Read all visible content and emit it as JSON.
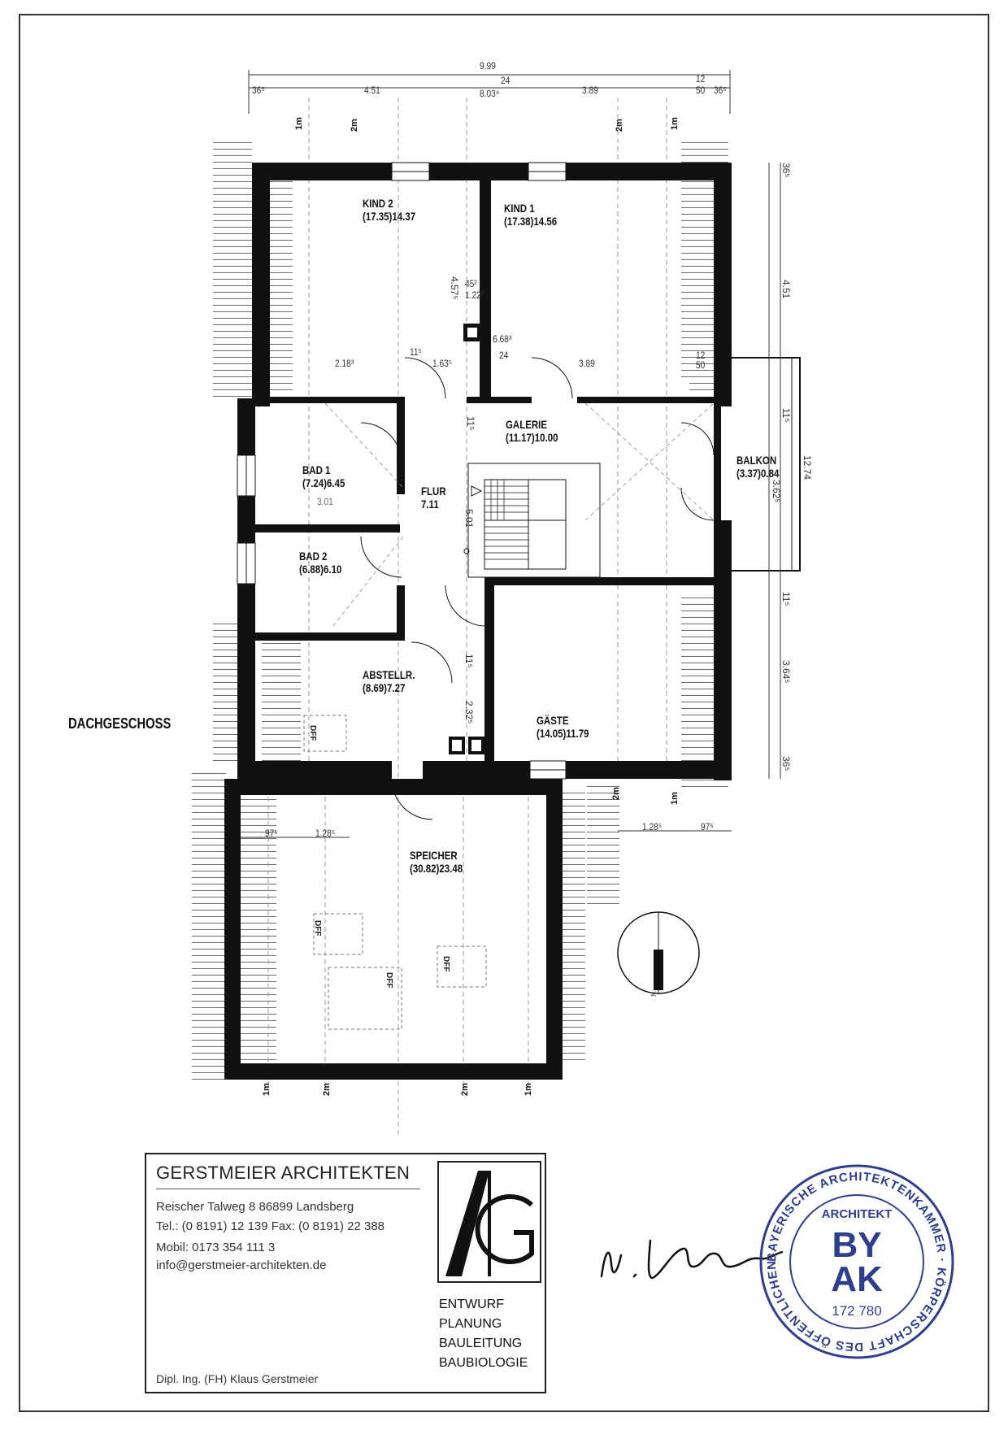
{
  "floor_title": "DACHGESCHOSS",
  "rooms": [
    {
      "name": "KIND 2",
      "area": "(17.35)14.37"
    },
    {
      "name": "KIND 1",
      "area": "(17.38)14.56"
    },
    {
      "name": "GALERIE",
      "area": "(11.17)10.00"
    },
    {
      "name": "BALKON",
      "area": "(3.37)0.84"
    },
    {
      "name": "BAD 1",
      "area": "(7.24)6.45"
    },
    {
      "name": "FLUR",
      "area": "7.11"
    },
    {
      "name": "BAD 2",
      "area": "(6.88)6.10"
    },
    {
      "name": "ABSTELLR.",
      "area": "(8.69)7.27"
    },
    {
      "name": "GÄSTE",
      "area": "(14.05)11.79"
    },
    {
      "name": "SPEICHER",
      "area": "(30.82)23.48"
    }
  ],
  "dimensions": {
    "total_width": "9.99",
    "top_row": [
      "36⁵",
      "4.51",
      "8.03⁴",
      "3.89",
      "50",
      "36⁵"
    ],
    "top_small": [
      "24",
      "12"
    ],
    "inner_row": [
      "2.18³",
      "11⁵",
      "1.63⁵",
      "24",
      "3.89",
      "12",
      "50"
    ],
    "stair_width": "3.01",
    "right_col": [
      "36⁵",
      "4.51",
      "11⁵",
      "12.74",
      "3.62⁵",
      "11⁵",
      "3.64⁵",
      "36⁵"
    ],
    "middle": [
      "4.57⁵",
      "45²",
      "1.22¹",
      "11⁵",
      "6.68³"
    ],
    "flur_len": "5.01",
    "abst": [
      "11⁵",
      "2.32⁵"
    ],
    "speicher_left": [
      "97⁵",
      "1.28⁵"
    ],
    "speicher_right": [
      "1.28⁵",
      "97⁵"
    ]
  },
  "axis_marks": [
    "1m",
    "2m",
    "2m",
    "1m",
    "2m",
    "1m",
    "1m",
    "2m",
    "2m",
    "1m"
  ],
  "dff_label": "DFF",
  "north_label": "N",
  "title_block": {
    "firm": "GERSTMEIER ARCHITEKTEN",
    "address_line1": "Reischer Talweg 8     86899 Landsberg",
    "address_line2": "Tel.: (0 8191) 12 139   Fax: (0 8191) 22 388",
    "address_line3": "Mobil: 0173 354 111 3",
    "address_line4": "info@gerstmeier-architekten.de",
    "services": [
      "ENTWURF",
      "PLANUNG",
      "BAULEITUNG",
      "BAUBIOLOGIE"
    ],
    "engineer": "Dipl. Ing. (FH) Klaus Gerstmeier",
    "logo_letters": "AG"
  },
  "stamp": {
    "outer_text": "BAYERISCHE ARCHITEKTENKAMMER · KÖRPERSCHAFT DES ÖFFENTLICHEN RECHTS ·",
    "title": "ARCHITEKT",
    "mark_top": "BY",
    "mark_bottom": "AK",
    "number": "172 780"
  }
}
